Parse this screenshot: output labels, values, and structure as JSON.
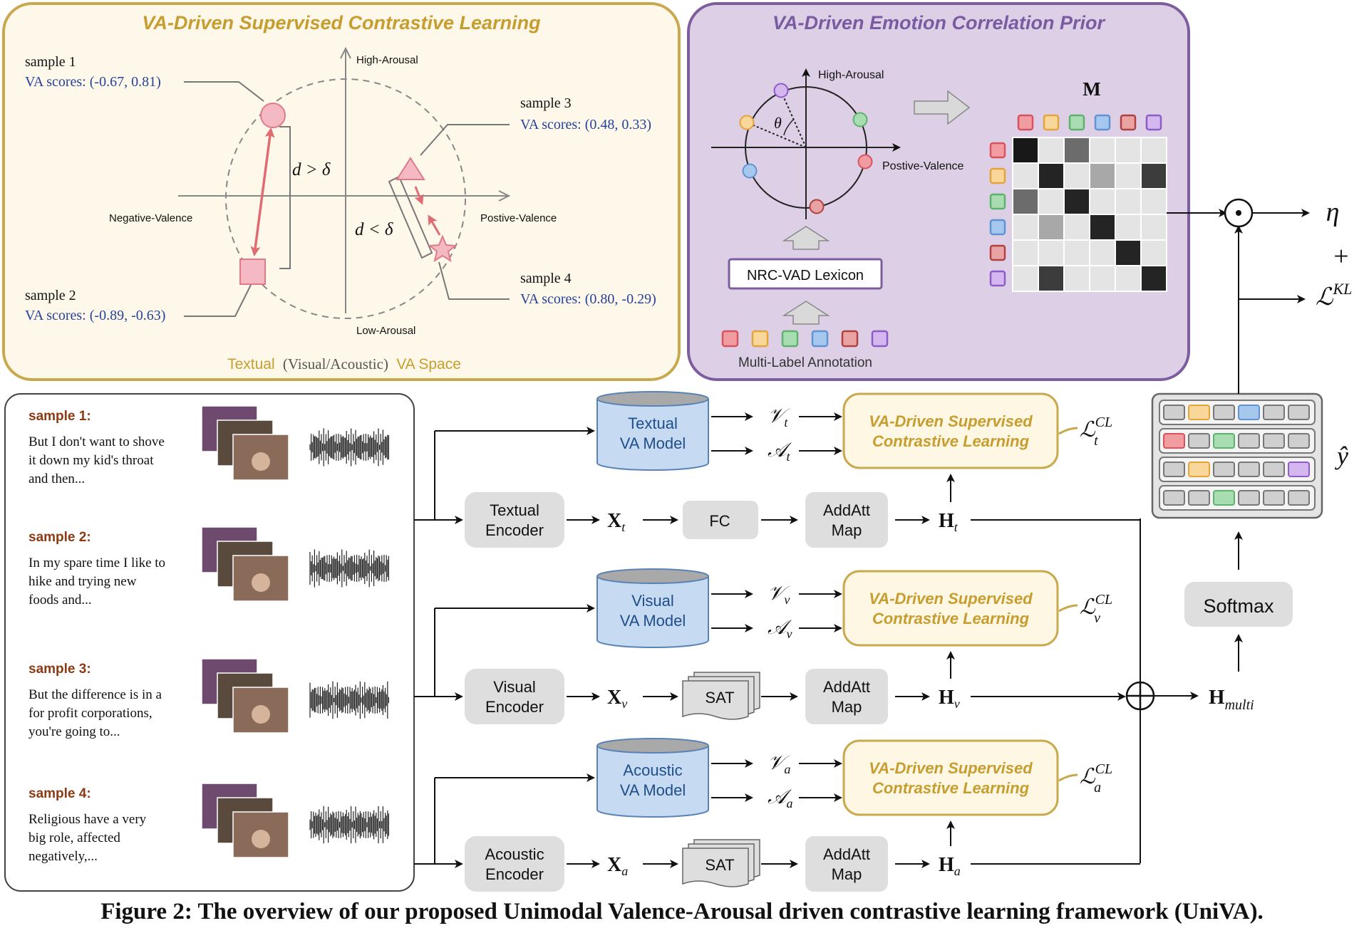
{
  "colors": {
    "gold": "#c9a94e",
    "gold_text": "#c79d2f",
    "yellow_panel_bg": "#fdf8e9",
    "purple": "#7d5d9e",
    "purple_text": "#7a5aa0",
    "purple_panel_bg": "#ddd0e6",
    "blue_box": "#c6daf2",
    "gray_box": "#dedede",
    "pink": "#f5b9c3",
    "pink_edge": "#e07a8a",
    "red_arrow": "#e06b73",
    "va_blue": "#26429a",
    "sample_brown": "#8b3a14"
  },
  "contrastive_panel": {
    "title": "VA-Driven Supervised Contrastive Learning",
    "high_arousal": "High-Arousal",
    "low_arousal": "Low-Arousal",
    "negative_valence": "Negative-Valence",
    "positive_valence": "Postive-Valence",
    "d_greater": "d > δ",
    "d_less": "d < δ",
    "samples": [
      {
        "name": "sample 1",
        "scores": "VA scores: (-0.67, 0.81)",
        "shape": "circle"
      },
      {
        "name": "sample 2",
        "scores": "VA scores: (-0.89, -0.63)",
        "shape": "square"
      },
      {
        "name": "sample 3",
        "scores": "VA scores: (0.48, 0.33)",
        "shape": "triangle"
      },
      {
        "name": "sample 4",
        "scores": "VA scores: (0.80, -0.29)",
        "shape": "star"
      }
    ],
    "footer_textual": "Textual",
    "footer_other": "(Visual/Acoustic)",
    "footer_space": "VA Space"
  },
  "prior_panel": {
    "title": "VA-Driven Emotion Correlation Prior",
    "high_arousal": "High-Arousal",
    "positive_valence": "Postive-Valence",
    "theta": "θ",
    "lexicon": "NRC-VAD Lexicon",
    "annotation": "Multi-Label Annotation",
    "matrix_label": "M",
    "emotion_colors": [
      "#f19ca1",
      "#f9d79b",
      "#a8dcb1",
      "#a7c8ee",
      "#eaa3a3",
      "#d4b7ee"
    ],
    "emotion_edges": [
      "#d9535f",
      "#e3a43a",
      "#5fb26e",
      "#5f93d1",
      "#b0413e",
      "#8e5cc7"
    ],
    "matrix": [
      [
        0.1,
        0.95,
        0.45,
        0.95,
        0.95,
        0.95
      ],
      [
        0.95,
        0.15,
        0.95,
        0.7,
        0.95,
        0.25
      ],
      [
        0.45,
        0.95,
        0.15,
        0.95,
        0.95,
        0.95
      ],
      [
        0.95,
        0.7,
        0.95,
        0.15,
        0.95,
        0.95
      ],
      [
        0.95,
        0.95,
        0.95,
        0.95,
        0.15,
        0.95
      ],
      [
        0.95,
        0.25,
        0.95,
        0.95,
        0.95,
        0.15
      ]
    ]
  },
  "inputs": {
    "samples": [
      {
        "title": "sample 1:",
        "text": [
          "But I don't want to shove",
          "it down my kid's throat",
          "and then..."
        ]
      },
      {
        "title": "sample 2:",
        "text": [
          "In my spare time I like to",
          "hike and trying new",
          "foods and..."
        ]
      },
      {
        "title": "sample 3:",
        "text": [
          "But the difference is in a",
          "for profit corporations,",
          "you're going to..."
        ]
      },
      {
        "title": "sample 4:",
        "text": [
          "Religious have a very",
          "big role, affected",
          "negatively,..."
        ]
      }
    ]
  },
  "branches": [
    {
      "va_model": [
        "Textual",
        "VA Model"
      ],
      "encoder": [
        "Textual",
        "Encoder"
      ],
      "proj": "FC",
      "v_sym": "𝒱",
      "a_sym": "𝒜",
      "x_sym": "X",
      "h_sym": "H",
      "sub": "t",
      "addatt": [
        "AddAtt",
        "Map"
      ],
      "cl_box": [
        "VA-Driven Supervised",
        "Contrastive Learning"
      ],
      "loss_base": "ℒ",
      "loss_sup": "CL",
      "loss_sub": "t"
    },
    {
      "va_model": [
        "Visual",
        "VA Model"
      ],
      "encoder": [
        "Visual",
        "Encoder"
      ],
      "proj": "SAT",
      "v_sym": "𝒱",
      "a_sym": "𝒜",
      "x_sym": "X",
      "h_sym": "H",
      "sub": "v",
      "addatt": [
        "AddAtt",
        "Map"
      ],
      "cl_box": [
        "VA-Driven Supervised",
        "Contrastive Learning"
      ],
      "loss_base": "ℒ",
      "loss_sup": "CL",
      "loss_sub": "v"
    },
    {
      "va_model": [
        "Acoustic",
        "VA Model"
      ],
      "encoder": [
        "Acoustic",
        "Encoder"
      ],
      "proj": "SAT",
      "v_sym": "𝒱",
      "a_sym": "𝒜",
      "x_sym": "X",
      "h_sym": "H",
      "sub": "a",
      "addatt": [
        "AddAtt",
        "Map"
      ],
      "cl_box": [
        "VA-Driven Supervised",
        "Contrastive Learning"
      ],
      "loss_base": "ℒ",
      "loss_sup": "CL",
      "loss_sub": "a"
    }
  ],
  "fusion": {
    "h_multi": "H",
    "h_multi_sub": "multi",
    "softmax": "Softmax",
    "y_hat": "ŷ",
    "eta": "η",
    "plus": "+",
    "kl_base": "ℒ",
    "kl_sup": "KL",
    "prediction_grid": [
      [
        "g",
        "o",
        "g",
        "b",
        "g",
        "g"
      ],
      [
        "r",
        "g",
        "gr",
        "g",
        "g",
        "g"
      ],
      [
        "g",
        "o",
        "g",
        "g",
        "g",
        "p"
      ],
      [
        "g",
        "g",
        "gr",
        "g",
        "g",
        "g"
      ]
    ]
  },
  "caption": "Figure 2: The overview of our proposed Unimodal Valence-Arousal driven contrastive learning framework (UniVA)."
}
